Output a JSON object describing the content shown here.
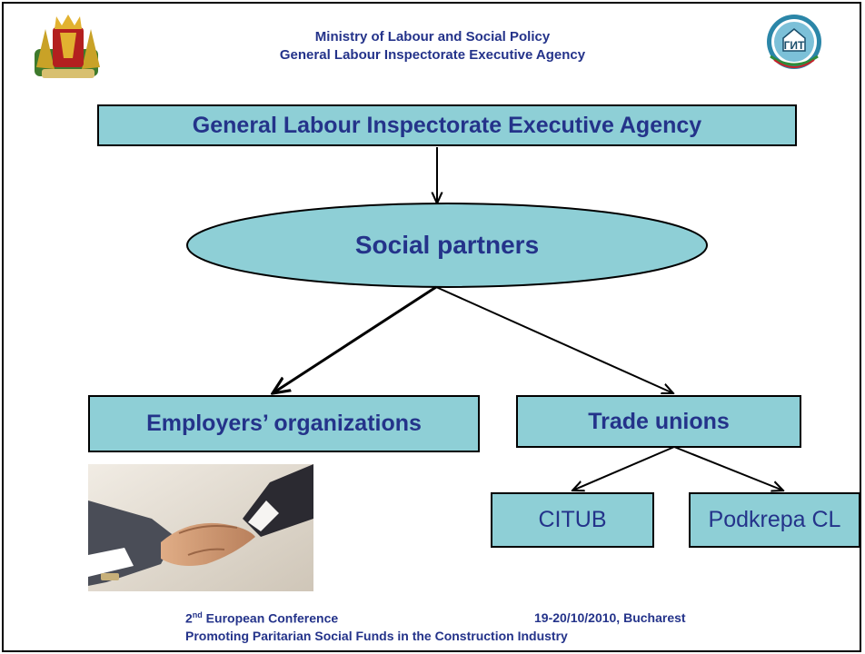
{
  "header": {
    "line1": "Ministry of Labour and Social Policy",
    "line2": "General Labour Inspectorate Executive Agency",
    "logo_left": "bulgaria-coat-of-arms-icon",
    "logo_right": "labour-inspectorate-logo-icon"
  },
  "diagram": {
    "top_box": "General Labour Inspectorate Executive Agency",
    "ellipse": "Social partners",
    "left_box": "Employers’ organizations",
    "right_box": "Trade unions",
    "sub_left": "CITUB",
    "sub_right": "Podkrepa CL"
  },
  "footer": {
    "conference_num": "2",
    "conference_sup": "nd",
    "conference_rest": " European Conference",
    "date_place": "19-20/10/2010, Bucharest",
    "line2": "Promoting Paritarian Social Funds in the Construction Industry"
  },
  "colors": {
    "box_fill": "#8ecfd6",
    "text": "#24338a",
    "border": "#000000"
  }
}
